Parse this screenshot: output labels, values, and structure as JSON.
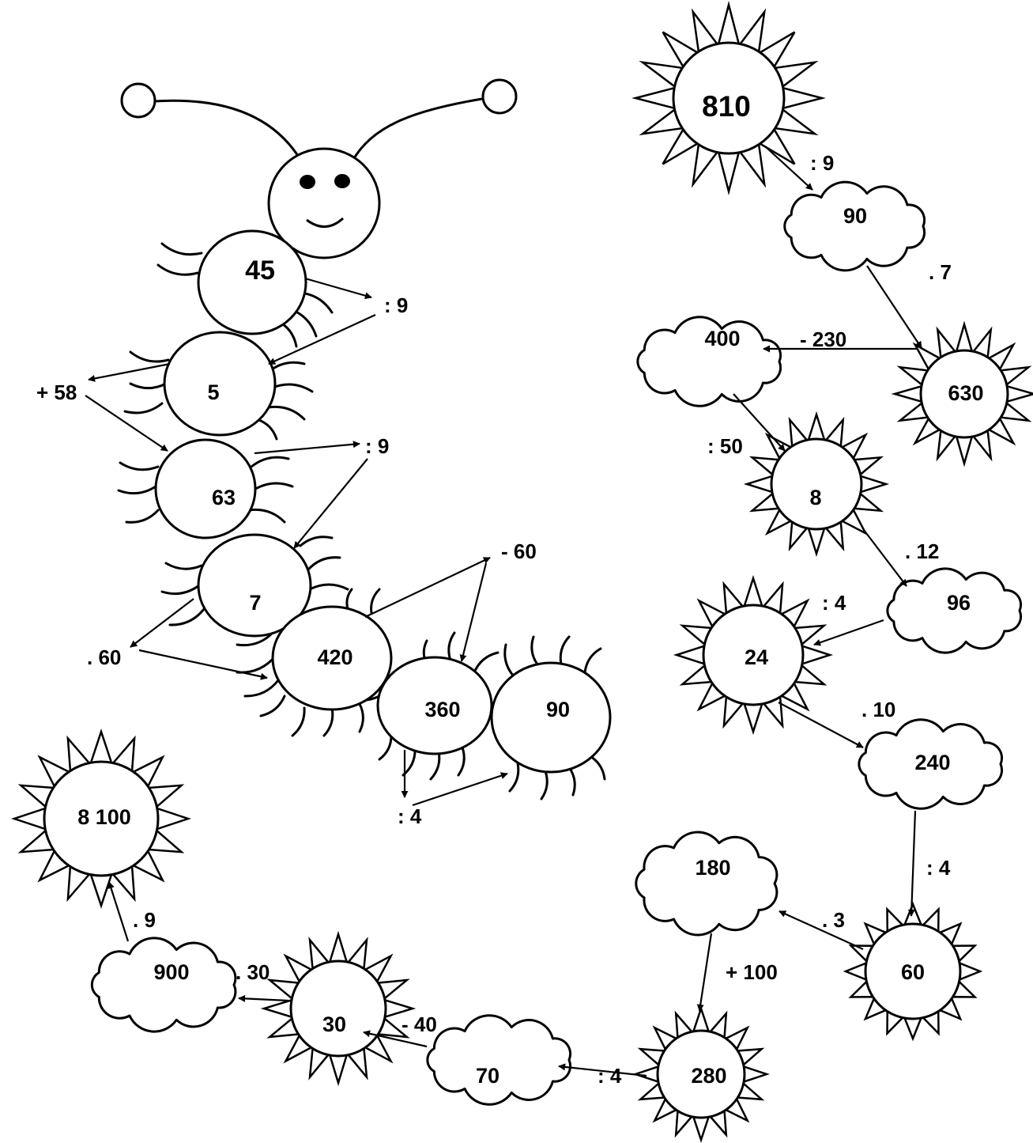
{
  "caterpillar": {
    "segments": [
      {
        "id": "seg-45",
        "value": "45"
      },
      {
        "id": "seg-5",
        "value": "5"
      },
      {
        "id": "seg-63",
        "value": "63"
      },
      {
        "id": "seg-7",
        "value": "7"
      },
      {
        "id": "seg-420",
        "value": "420"
      },
      {
        "id": "seg-360",
        "value": "360"
      },
      {
        "id": "seg-90",
        "value": "90"
      }
    ],
    "operations": [
      {
        "id": "op-div9-a",
        "label": ": 9"
      },
      {
        "id": "op-plus58",
        "label": "+ 58"
      },
      {
        "id": "op-div9-b",
        "label": ": 9"
      },
      {
        "id": "op-minus60",
        "label": "- 60"
      },
      {
        "id": "op-mul60",
        "label": ". 60"
      },
      {
        "id": "op-div4",
        "label": ": 4"
      }
    ]
  },
  "chain": {
    "nodes": [
      {
        "id": "sun-810",
        "shape": "sun",
        "value": "810"
      },
      {
        "id": "cloud-90",
        "shape": "cloud",
        "value": "90"
      },
      {
        "id": "sun-630",
        "shape": "sun",
        "value": "630"
      },
      {
        "id": "cloud-400",
        "shape": "cloud",
        "value": "400"
      },
      {
        "id": "sun-8",
        "shape": "sun",
        "value": "8"
      },
      {
        "id": "cloud-96",
        "shape": "cloud",
        "value": "96"
      },
      {
        "id": "sun-24",
        "shape": "sun",
        "value": "24"
      },
      {
        "id": "cloud-240",
        "shape": "cloud",
        "value": "240"
      },
      {
        "id": "sun-60",
        "shape": "sun",
        "value": "60"
      },
      {
        "id": "cloud-180",
        "shape": "cloud",
        "value": "180"
      },
      {
        "id": "sun-280",
        "shape": "sun",
        "value": "280"
      },
      {
        "id": "cloud-70",
        "shape": "cloud",
        "value": "70"
      },
      {
        "id": "sun-30",
        "shape": "sun",
        "value": "30"
      },
      {
        "id": "cloud-900",
        "shape": "cloud",
        "value": "900"
      },
      {
        "id": "sun-8100",
        "shape": "sun",
        "value": "8 100"
      }
    ],
    "operations": [
      {
        "id": "op-810-90",
        "label": ": 9"
      },
      {
        "id": "op-90-630",
        "label": ". 7"
      },
      {
        "id": "op-630-400",
        "label": "- 230"
      },
      {
        "id": "op-400-8",
        "label": ": 50"
      },
      {
        "id": "op-8-96",
        "label": ". 12"
      },
      {
        "id": "op-96-24",
        "label": ": 4"
      },
      {
        "id": "op-24-240",
        "label": ". 10"
      },
      {
        "id": "op-240-60",
        "label": ": 4"
      },
      {
        "id": "op-60-180",
        "label": ". 3"
      },
      {
        "id": "op-180-280",
        "label": "+ 100"
      },
      {
        "id": "op-280-70",
        "label": ": 4"
      },
      {
        "id": "op-70-30",
        "label": "-  40"
      },
      {
        "id": "op-30-900",
        "label": ". 30"
      },
      {
        "id": "op-900-8100",
        "label": ". 9"
      }
    ]
  }
}
